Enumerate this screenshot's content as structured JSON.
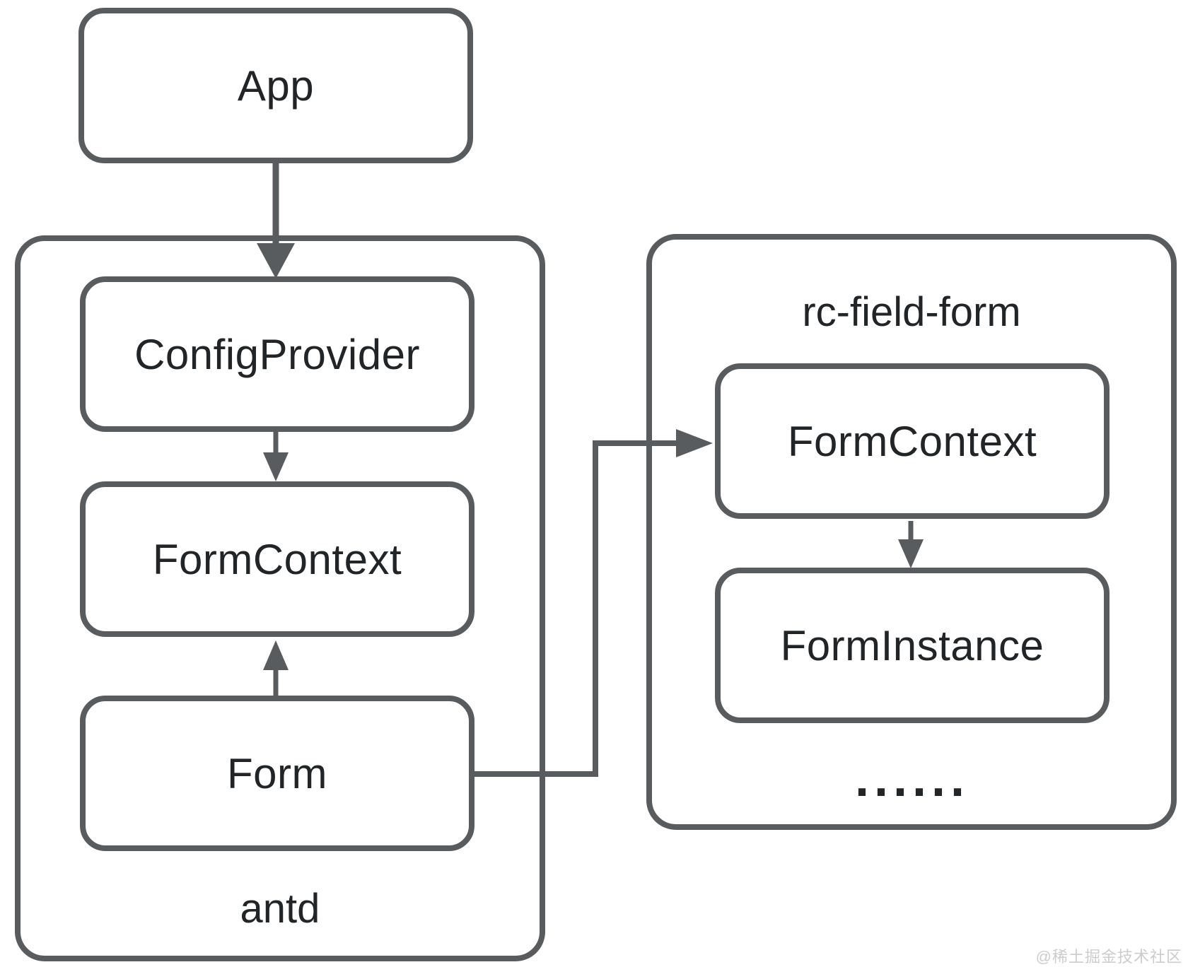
{
  "diagram": {
    "title_implicit": "antd Form architecture relation with rc-field-form",
    "containers": {
      "antd": {
        "label": "antd"
      },
      "rc_field_form": {
        "label": "rc-field-form"
      }
    },
    "nodes": {
      "app": {
        "label": "App"
      },
      "config_provider": {
        "label": "ConfigProvider"
      },
      "form_context_antd": {
        "label": "FormContext"
      },
      "form": {
        "label": "Form"
      },
      "form_context_rc": {
        "label": "FormContext"
      },
      "form_instance": {
        "label": "FormInstance"
      },
      "ellipsis": {
        "label": "......"
      }
    },
    "edges": [
      {
        "from": "app",
        "to": "antd-container",
        "direction": "down"
      },
      {
        "from": "config_provider",
        "to": "form_context_antd",
        "direction": "down"
      },
      {
        "from": "form",
        "to": "form_context_antd",
        "direction": "up"
      },
      {
        "from": "form",
        "to": "form_context_rc",
        "direction": "right-elbow"
      },
      {
        "from": "form_context_rc",
        "to": "form_instance",
        "direction": "down"
      }
    ],
    "colors": {
      "border": "#595c5e",
      "text": "#222527",
      "background": "#ffffff",
      "watermark": "#cccccc"
    },
    "watermark": "@稀土掘金技术社区"
  }
}
